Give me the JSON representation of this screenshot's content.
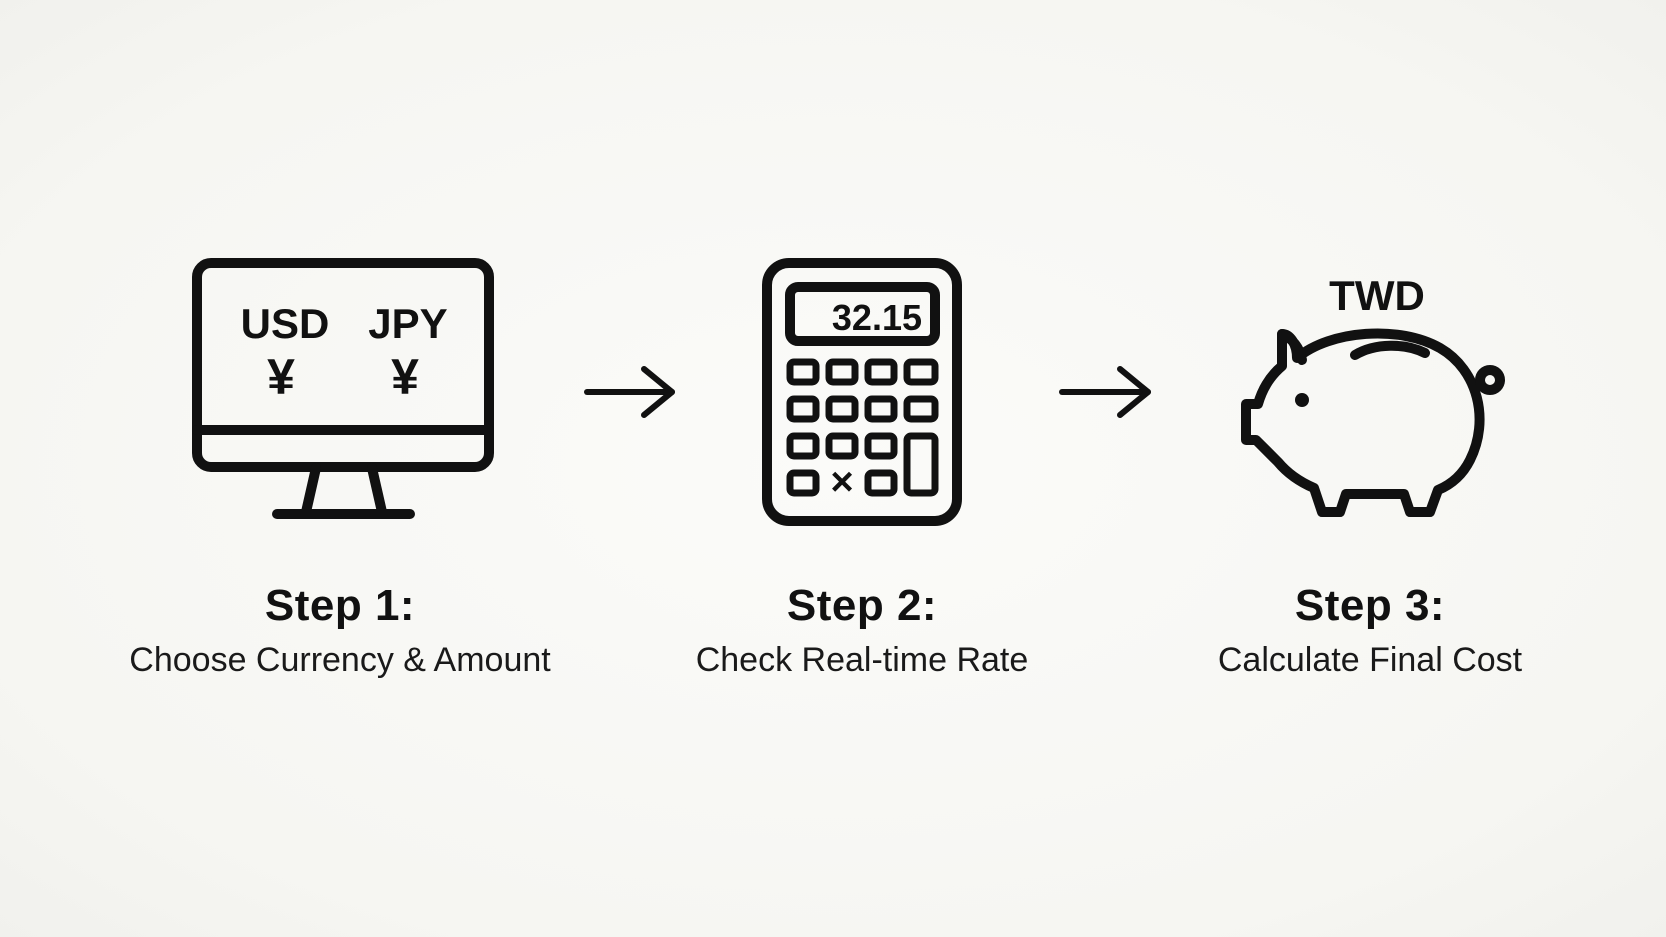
{
  "icons": {
    "monitor": {
      "currency_left": "USD",
      "currency_right": "JPY",
      "symbol_left": "¥",
      "symbol_right": "¥"
    },
    "calculator": {
      "display_value": "32.15",
      "multiply_symbol": "×"
    },
    "piggy_bank": {
      "label": "TWD"
    }
  },
  "steps": [
    {
      "title": "Step 1:",
      "description": "Choose Currency & Amount"
    },
    {
      "title": "Step 2:",
      "description": "Check Real-time Rate"
    },
    {
      "title": "Step 3:",
      "description": "Calculate Final Cost"
    }
  ],
  "colors": {
    "ink": "#111111",
    "background": "#f7f7f4"
  }
}
